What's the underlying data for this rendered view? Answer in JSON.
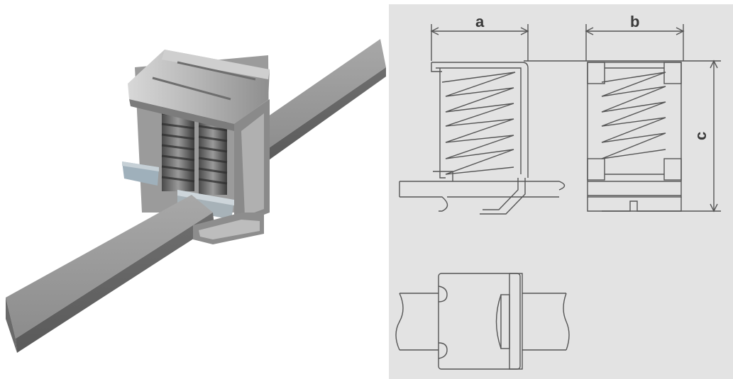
{
  "photo": {
    "description_icon": "busbar-clamp-photo"
  },
  "drawing": {
    "dimensions": {
      "a": "a",
      "b": "b",
      "c": "c"
    },
    "colors": {
      "background": "#e3e3e3",
      "line": "#555555"
    }
  }
}
